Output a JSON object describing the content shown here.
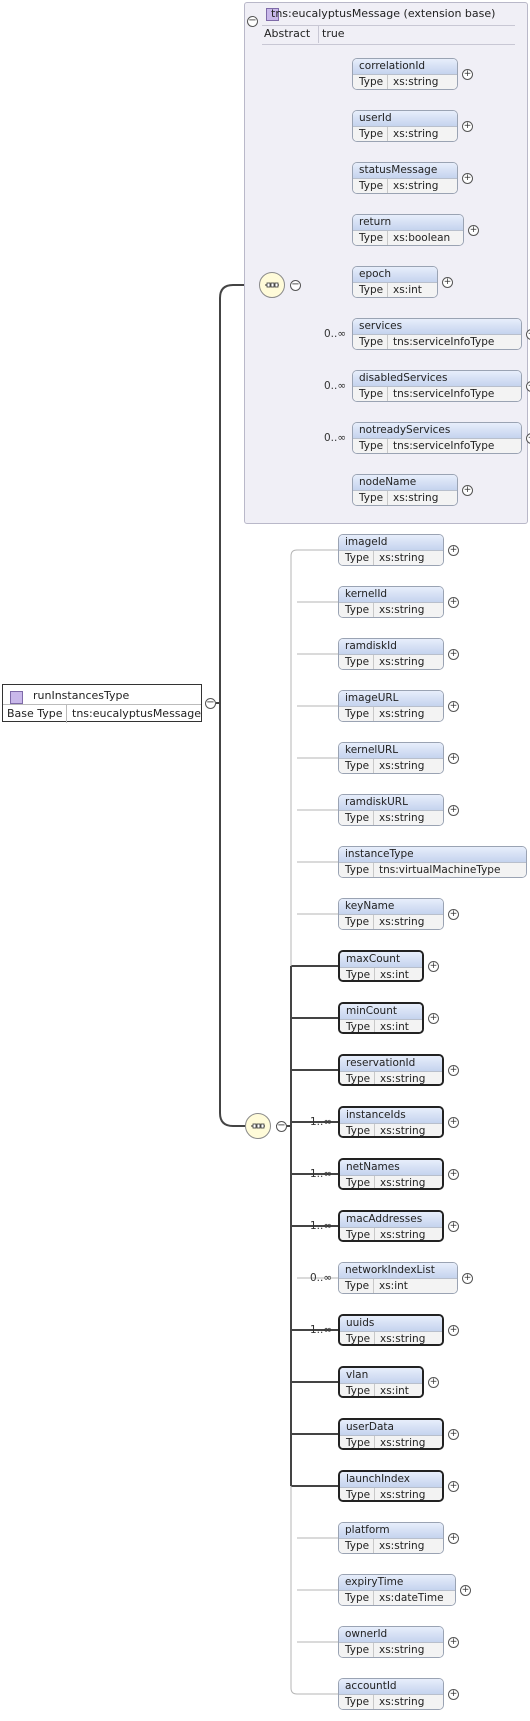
{
  "root": {
    "name": "runInstancesType",
    "base_key": "Base Type",
    "base_value": "tns:eucalyptusMessage"
  },
  "extension": {
    "title": "tns:eucalyptusMessage (extension base)",
    "attr_key": "Abstract",
    "attr_value": "true"
  },
  "type_label": "Type",
  "ext_elements": [
    {
      "name": "correlationId",
      "type": "xs:string",
      "card": "",
      "required": false
    },
    {
      "name": "userId",
      "type": "xs:string",
      "card": "",
      "required": false
    },
    {
      "name": "statusMessage",
      "type": "xs:string",
      "card": "",
      "required": false
    },
    {
      "name": "return",
      "type": "xs:boolean",
      "card": "",
      "required": false
    },
    {
      "name": "epoch",
      "type": "xs:int",
      "card": "",
      "required": false
    },
    {
      "name": "services",
      "type": "tns:serviceInfoType",
      "card": "0..∞",
      "required": false
    },
    {
      "name": "disabledServices",
      "type": "tns:serviceInfoType",
      "card": "0..∞",
      "required": false
    },
    {
      "name": "notreadyServices",
      "type": "tns:serviceInfoType",
      "card": "0..∞",
      "required": false
    },
    {
      "name": "nodeName",
      "type": "xs:string",
      "card": "",
      "required": false
    }
  ],
  "elements": [
    {
      "name": "imageId",
      "type": "xs:string",
      "card": "",
      "required": false
    },
    {
      "name": "kernelId",
      "type": "xs:string",
      "card": "",
      "required": false
    },
    {
      "name": "ramdiskId",
      "type": "xs:string",
      "card": "",
      "required": false
    },
    {
      "name": "imageURL",
      "type": "xs:string",
      "card": "",
      "required": false
    },
    {
      "name": "kernelURL",
      "type": "xs:string",
      "card": "",
      "required": false
    },
    {
      "name": "ramdiskURL",
      "type": "xs:string",
      "card": "",
      "required": false
    },
    {
      "name": "instanceType",
      "type": "tns:virtualMachineType",
      "card": "",
      "required": false
    },
    {
      "name": "keyName",
      "type": "xs:string",
      "card": "",
      "required": false
    },
    {
      "name": "maxCount",
      "type": "xs:int",
      "card": "",
      "required": true
    },
    {
      "name": "minCount",
      "type": "xs:int",
      "card": "",
      "required": true
    },
    {
      "name": "reservationId",
      "type": "xs:string",
      "card": "",
      "required": true
    },
    {
      "name": "instanceIds",
      "type": "xs:string",
      "card": "1..∞",
      "required": true
    },
    {
      "name": "netNames",
      "type": "xs:string",
      "card": "1..∞",
      "required": true
    },
    {
      "name": "macAddresses",
      "type": "xs:string",
      "card": "1..∞",
      "required": true
    },
    {
      "name": "networkIndexList",
      "type": "xs:int",
      "card": "0..∞",
      "required": false
    },
    {
      "name": "uuids",
      "type": "xs:string",
      "card": "1..∞",
      "required": true
    },
    {
      "name": "vlan",
      "type": "xs:int",
      "card": "",
      "required": true
    },
    {
      "name": "userData",
      "type": "xs:string",
      "card": "",
      "required": true
    },
    {
      "name": "launchIndex",
      "type": "xs:string",
      "card": "",
      "required": true
    },
    {
      "name": "platform",
      "type": "xs:string",
      "card": "",
      "required": false
    },
    {
      "name": "expiryTime",
      "type": "xs:dateTime",
      "card": "",
      "required": false
    },
    {
      "name": "ownerId",
      "type": "xs:string",
      "card": "",
      "required": false
    },
    {
      "name": "accountId",
      "type": "xs:string",
      "card": "",
      "required": false
    }
  ]
}
